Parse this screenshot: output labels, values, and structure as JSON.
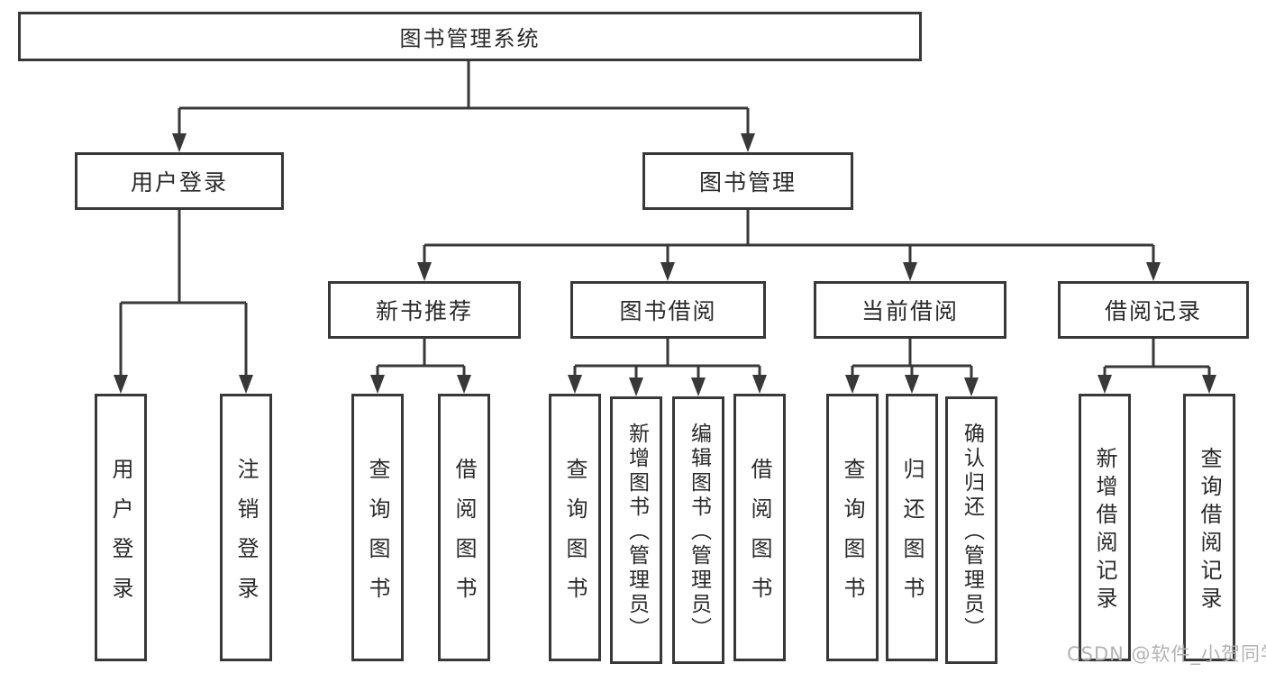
{
  "page": {
    "background_color": "#ffffff",
    "line_color": "#383838"
  },
  "watermark": {
    "text": "CSDN @软件_小贺同学",
    "color": "#b3b3b3"
  },
  "tree": {
    "root": {
      "label": "图书管理系统"
    },
    "children": [
      {
        "label": "用户登录",
        "children": [
          {
            "label": "用户登录"
          },
          {
            "label": "注销登录"
          }
        ]
      },
      {
        "label": "图书管理",
        "children": [
          {
            "label": "新书推荐",
            "children": [
              {
                "label": "查询图书"
              },
              {
                "label": "借阅图书"
              }
            ]
          },
          {
            "label": "图书借阅",
            "children": [
              {
                "label": "查询图书"
              },
              {
                "label": "新增图书（管理员）"
              },
              {
                "label": "编辑图书（管理员）"
              },
              {
                "label": "借阅图书"
              }
            ]
          },
          {
            "label": "当前借阅",
            "children": [
              {
                "label": "查询图书"
              },
              {
                "label": "归还图书"
              },
              {
                "label": "确认归还（管理员）"
              }
            ]
          },
          {
            "label": "借阅记录",
            "children": [
              {
                "label": "新增借阅记录"
              },
              {
                "label": "查询借阅记录"
              }
            ]
          }
        ]
      }
    ]
  }
}
